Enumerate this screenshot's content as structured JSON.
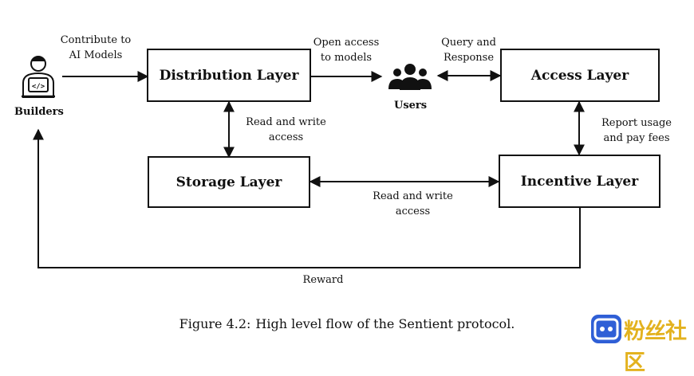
{
  "diagram": {
    "nodes": {
      "builders": "Builders",
      "distribution": "Distribution Layer",
      "users": "Users",
      "access": "Access Layer",
      "storage": "Storage Layer",
      "incentive": "Incentive Layer"
    },
    "edges": {
      "contribute_l1": "Contribute to",
      "contribute_l2": "AI Models",
      "open_access_l1": "Open access",
      "open_access_l2": "to models",
      "query_l1": "Query and",
      "query_l2": "Response",
      "rw_dist_storage_l1": "Read and write",
      "rw_dist_storage_l2": "access",
      "report_l1": "Report usage",
      "report_l2": "and pay fees",
      "rw_storage_incentive_l1": "Read and write",
      "rw_storage_incentive_l2": "access",
      "reward": "Reward"
    }
  },
  "caption": {
    "number": "Figure 4.2:",
    "text": "High level flow of the Sentient protocol."
  },
  "watermark": {
    "text": "粉丝社区"
  }
}
